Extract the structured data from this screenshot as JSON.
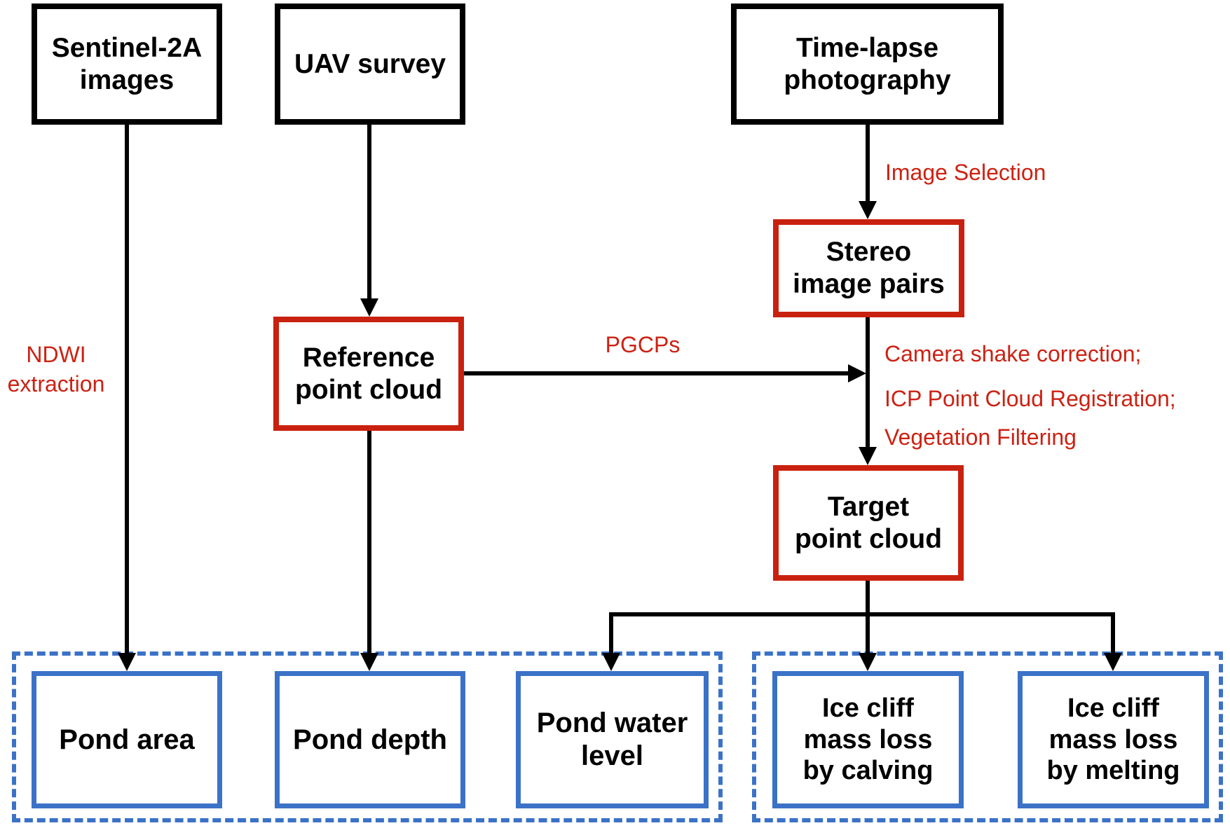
{
  "colors": {
    "black_border": "#000000",
    "red_border": "#c9210f",
    "red_text": "#cc2213",
    "blue_border": "#3b72c7",
    "background": "#ffffff"
  },
  "nodes": {
    "sentinel": {
      "label": "Sentinel-2A\nimages"
    },
    "uav": {
      "label": "UAV survey"
    },
    "timelapse": {
      "label": "Time-lapse\nphotography"
    },
    "stereo": {
      "label": "Stereo\nimage pairs"
    },
    "reference": {
      "label": "Reference\npoint cloud"
    },
    "target": {
      "label": "Target\npoint cloud"
    },
    "pond_area": {
      "label": "Pond area"
    },
    "pond_depth": {
      "label": "Pond depth"
    },
    "pond_water_level": {
      "label": "Pond water\nlevel"
    },
    "ice_cliff_calving": {
      "label": "Ice cliff\nmass loss\nby calving"
    },
    "ice_cliff_melting": {
      "label": "Ice cliff\nmass loss\nby melting"
    }
  },
  "edge_labels": {
    "ndwi": "NDWI\nextraction",
    "image_selection": "Image Selection",
    "pgcps": "PGCPs",
    "camera_shake": "Camera shake correction;",
    "icp_registration": "ICP Point Cloud Registration;",
    "vegetation_filtering": "Vegetation Filtering"
  }
}
